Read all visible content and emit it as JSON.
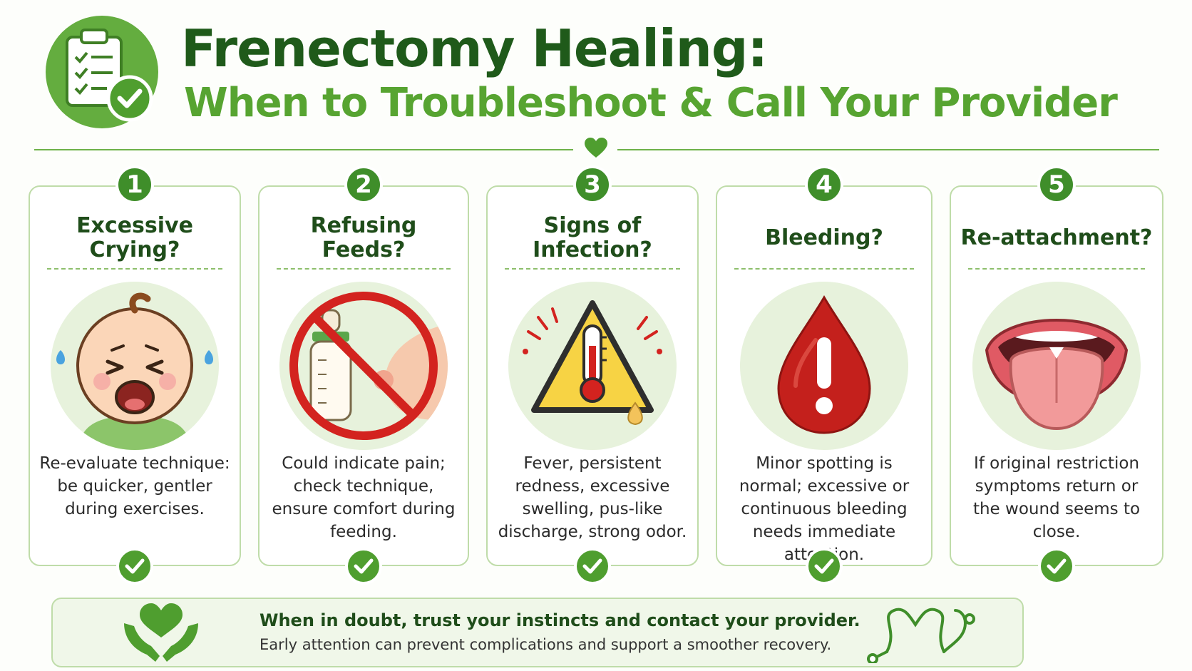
{
  "header": {
    "title": "Frenectomy Healing:",
    "subtitle": "When to Troubleshoot & Call Your Provider",
    "badge_icon": "clipboard-check-icon"
  },
  "colors": {
    "primary_dark": "#1f5a1a",
    "primary": "#57a431",
    "badge": "#3f8e2a",
    "card_border": "#bfdca9",
    "icon_bg": "#e7f2dc"
  },
  "cards": [
    {
      "number": "1",
      "title": "Excessive Crying?",
      "icon": "crying-baby-icon",
      "description": "Re-evaluate technique: be quicker, gentler during exercises."
    },
    {
      "number": "2",
      "title": "Refusing Feeds?",
      "icon": "no-feeding-icon",
      "description": "Could indicate pain; check technique, ensure comfort during feeding."
    },
    {
      "number": "3",
      "title": "Signs of Infection?",
      "icon": "fever-warning-icon",
      "description": "Fever, persistent redness, excessive swelling, pus-like discharge, strong odor."
    },
    {
      "number": "4",
      "title": "Bleeding?",
      "icon": "blood-drop-alert-icon",
      "description": "Minor spotting is normal; excessive or continuous bleeding needs immediate attention."
    },
    {
      "number": "5",
      "title": "Re-attachment?",
      "icon": "open-mouth-tongue-icon",
      "description": "If original restriction symptoms return or the wound seems to close."
    }
  ],
  "footer": {
    "main": "When in doubt, trust your instincts and contact your provider.",
    "sub": "Early attention can prevent complications and support a smoother recovery.",
    "left_icon": "heart-hands-icon",
    "right_icon": "stethoscope-heart-icon"
  }
}
